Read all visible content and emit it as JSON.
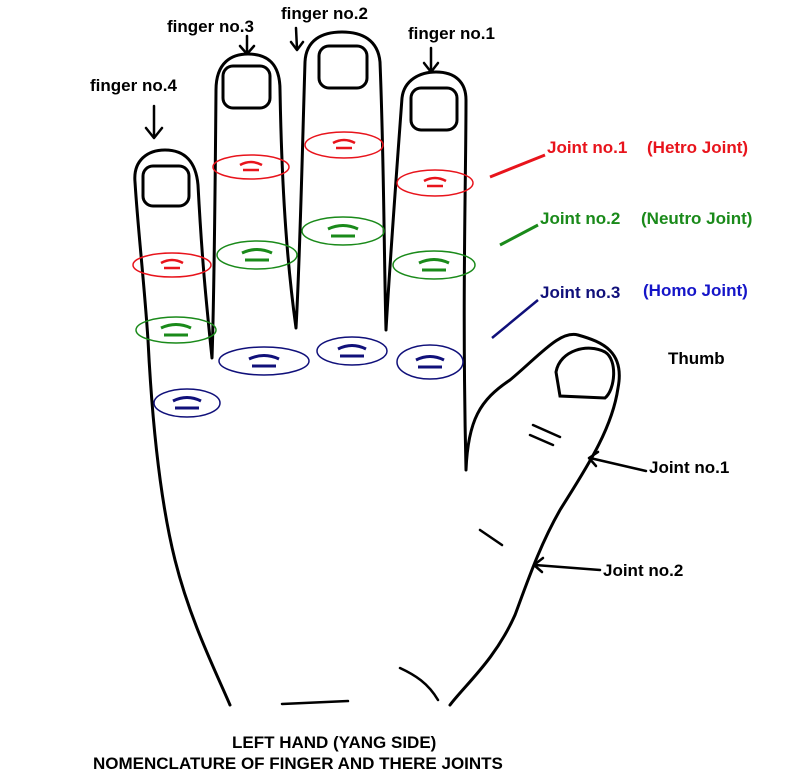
{
  "fingers": {
    "f1": "finger no.1",
    "f2": "finger no.2",
    "f3": "finger no.3",
    "f4": "finger no.4",
    "thumb": "Thumb"
  },
  "joints": {
    "j1": {
      "name": "Joint no.1",
      "type": "(Hetro Joint)",
      "color": "#e8141c"
    },
    "j2": {
      "name": "Joint no.2",
      "type": "(Neutro Joint)",
      "color": "#1a8a1a"
    },
    "j3": {
      "name": "Joint no.3",
      "type": "(Homo Joint)",
      "color": "#10107a"
    }
  },
  "thumb_joints": {
    "j1": "Joint no.1",
    "j2": "Joint no.2"
  },
  "caption": {
    "line1": "LEFT HAND (YANG SIDE)",
    "line2": "NOMENCLATURE OF FINGER AND THERE JOINTS"
  },
  "type_label_blue": "#1515c8"
}
